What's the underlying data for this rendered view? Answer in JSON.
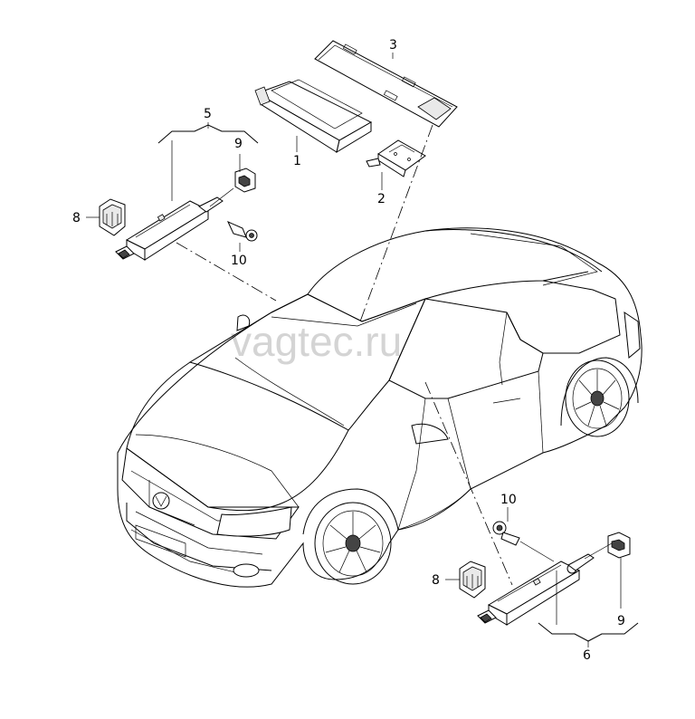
{
  "watermark": "vagtec.ru",
  "labels": {
    "p1": "1",
    "p2": "2",
    "p3": "3",
    "p5": "5",
    "p6": "6",
    "p8a": "8",
    "p8b": "8",
    "p9a": "9",
    "p9b": "9",
    "p10a": "10",
    "p10b": "10"
  }
}
